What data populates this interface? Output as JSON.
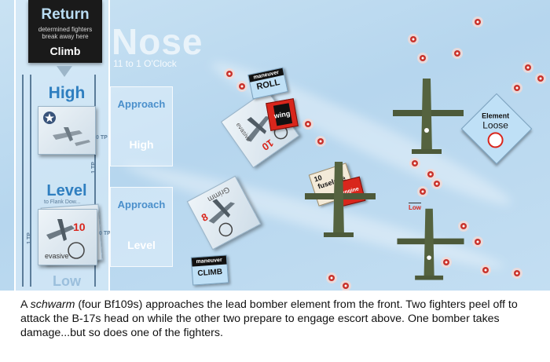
{
  "return_box": {
    "title": "Return",
    "subtitle": "determined fighters break away here",
    "action": "Climb"
  },
  "zone": {
    "title": "Nose",
    "subtitle": "11 to 1 O'Clock"
  },
  "rail": {
    "high_label": "High",
    "level_label": "Level",
    "level_sub": "to Flank Dow...",
    "low_label": "Low",
    "tp_marker": "1 TP",
    "otp_marker": "0 TP"
  },
  "approach_high": {
    "label": "Approach",
    "altitude": "High"
  },
  "approach_level": {
    "label": "Approach",
    "altitude": "Level"
  },
  "counters": {
    "high_fighter": {},
    "level_fighter": {
      "number": "10",
      "status": "evasive"
    },
    "center_fighter": {
      "number": "10",
      "status": "evasive"
    },
    "grimm_fighter": {
      "name": "Grimm",
      "number": "8"
    }
  },
  "markers": {
    "maneuver_roll": {
      "header": "maneuver",
      "value": "ROLL"
    },
    "maneuver_climb": {
      "header": "maneuver",
      "value": "CLIMB"
    },
    "wing_hit": {
      "value": "wing"
    },
    "fuselage_hit": {
      "number": "10",
      "value": "fuselage",
      "extra": "engine"
    },
    "low_label": "Low",
    "element": {
      "title": "Element",
      "value": "Loose"
    }
  },
  "caption": {
    "before": "A ",
    "italic": "schwarm",
    "after": " (four Bf109s) approaches the lead bomber element from the front. Two fighters peel off to attack the B-17s head on while the other two prepare to engage escort above. One bomber takes damage...but so does one of the fighters."
  },
  "colors": {
    "sky": "#bcd9ef",
    "zone_blue": "#2f7fc0",
    "rail_blue": "#5b7c99",
    "hit_red": "#d9261c",
    "bomber_olive": "#4d5a3a"
  }
}
